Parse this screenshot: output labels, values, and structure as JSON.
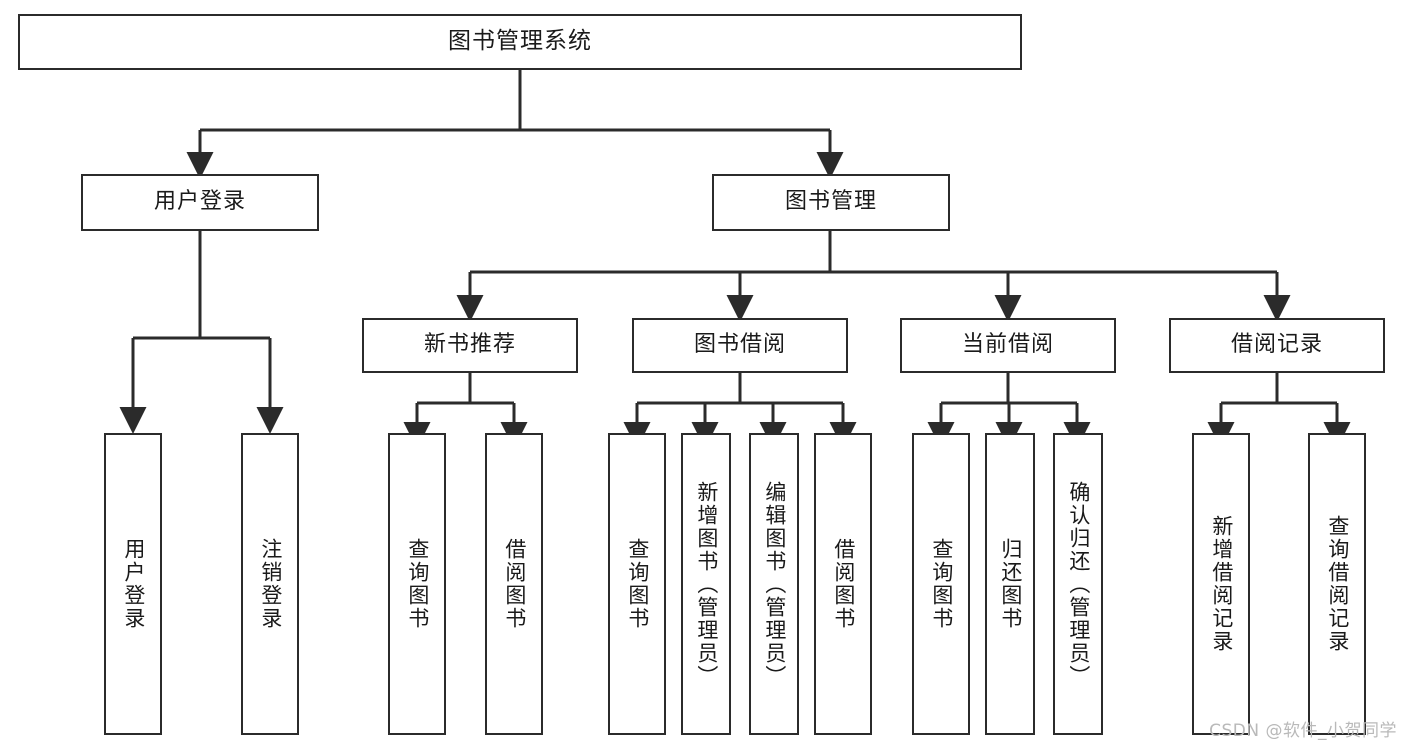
{
  "diagram": {
    "type": "tree",
    "title": "图书管理系统",
    "orientation": "top-down",
    "line_color": "#2b2b2b",
    "box_fill": "#ffffff",
    "text_color": "#1a1a1a",
    "root": {
      "label": "图书管理系统"
    },
    "level2": [
      {
        "label": "用户登录"
      },
      {
        "label": "图书管理"
      }
    ],
    "level3": [
      {
        "label": "新书推荐"
      },
      {
        "label": "图书借阅"
      },
      {
        "label": "当前借阅"
      },
      {
        "label": "借阅记录"
      }
    ],
    "leaves": {
      "user_login": [
        {
          "label": "用户登录"
        },
        {
          "label": "注销登录"
        }
      ],
      "new_book_recommend": [
        {
          "label": "查询图书"
        },
        {
          "label": "借阅图书"
        }
      ],
      "book_borrow": [
        {
          "label": "查询图书"
        },
        {
          "label": "新增图书（管理员）"
        },
        {
          "label": "编辑图书（管理员）"
        },
        {
          "label": "借阅图书"
        }
      ],
      "current_borrow": [
        {
          "label": "查询图书"
        },
        {
          "label": "归还图书"
        },
        {
          "label": "确认归还（管理员）"
        }
      ],
      "borrow_record": [
        {
          "label": "新增借阅记录"
        },
        {
          "label": "查询借阅记录"
        }
      ]
    }
  },
  "watermark": {
    "text": "CSDN @软件_小贺同学"
  }
}
